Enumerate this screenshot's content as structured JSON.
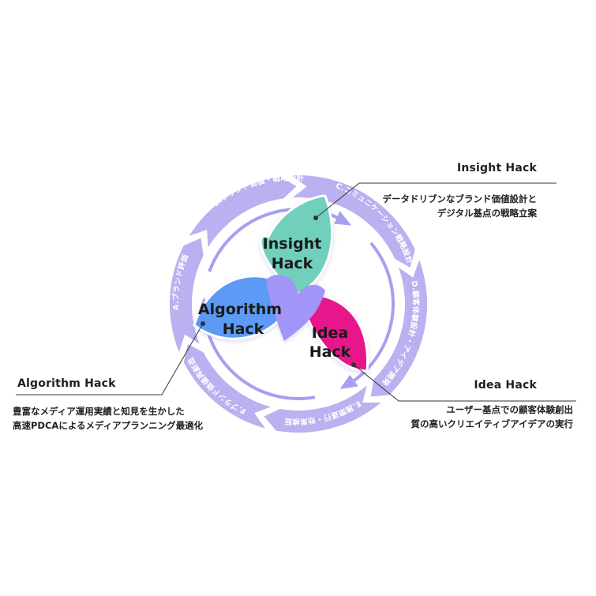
{
  "colors": {
    "ring": "#b9b1f0",
    "ring_text": "#ffffff",
    "inner_arrow": "#a79ff0",
    "insight": "#6fd0bb",
    "algorithm": "#5c9af5",
    "idea": "#e8138b",
    "center": "#a195f7",
    "leader": "#333333"
  },
  "ring": {
    "segments": [
      {
        "label": "A.ブランド評価"
      },
      {
        "label": "B.ブランド価値・戦略設計"
      },
      {
        "label": "C.コミュニケーション戦略設計"
      },
      {
        "label": "D.顧客体験設計・アイデア開発"
      },
      {
        "label": "E.施策遂行・効果検証"
      },
      {
        "label": "F.ブランド価値再創造"
      }
    ]
  },
  "petals": {
    "insight": {
      "line1": "Insight",
      "line2": "Hack"
    },
    "algorithm": {
      "line1": "Algorithm",
      "line2": "Hack"
    },
    "idea": {
      "line1": "Idea",
      "line2": "Hack"
    }
  },
  "callouts": {
    "insight": {
      "title": "Insight Hack",
      "desc1": "データドリブンなブランド価値設計と",
      "desc2": "デジタル基点の戦略立案"
    },
    "idea": {
      "title": "Idea Hack",
      "desc1": "ユーザー基点での顧客体験創出",
      "desc2": "質の高いクリエイティブアイデアの実行"
    },
    "algorithm": {
      "title": "Algorithm Hack",
      "desc1": "豊富なメディア運用実績と知見を生かした",
      "desc2": "高速PDCAによるメディアプランニング最適化"
    }
  }
}
